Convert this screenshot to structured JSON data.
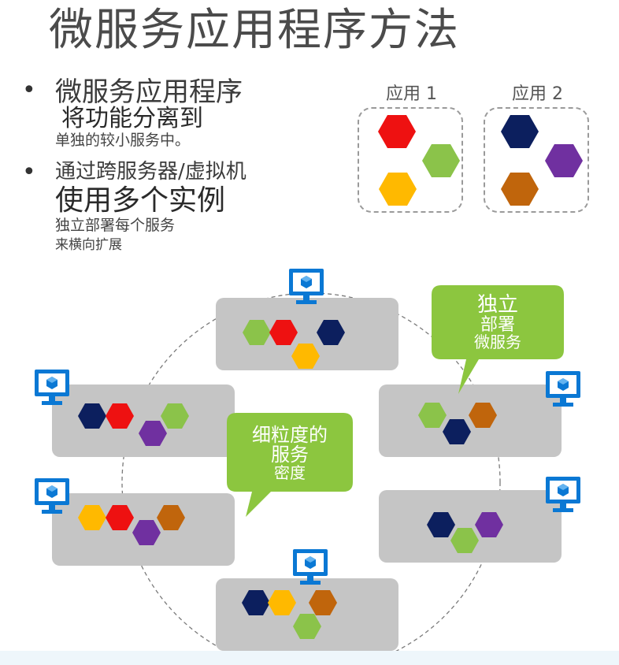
{
  "title": "微服务应用程序方法",
  "bullets": [
    {
      "lines": [
        "微服务应用程序",
        "将功能分离到",
        "单独的较小服务中。"
      ]
    },
    {
      "lines": [
        "通过跨服务器/虚拟机",
        "使用多个实例",
        "独立部署每个服务",
        "来横向扩展"
      ]
    }
  ],
  "apps": [
    {
      "label": "应用 1"
    },
    {
      "label": "应用 2"
    }
  ],
  "callouts": {
    "deploy": [
      "独立",
      "部署",
      "微服务"
    ],
    "granular": [
      "细粒度的",
      "服务",
      "密度"
    ]
  },
  "colors": {
    "red": "#ee1111",
    "green": "#8bc34a",
    "yellow": "#ffb900",
    "navy": "#0c1f5e",
    "purple": "#7030a0",
    "brown": "#c0650c",
    "server_gray": "#c5c5c5",
    "callout_green": "#8cc63f",
    "monitor_blue": "#0a78d4"
  },
  "icons": [
    "server-monitor-icon",
    "cube-icon",
    "hexagon-icon"
  ]
}
